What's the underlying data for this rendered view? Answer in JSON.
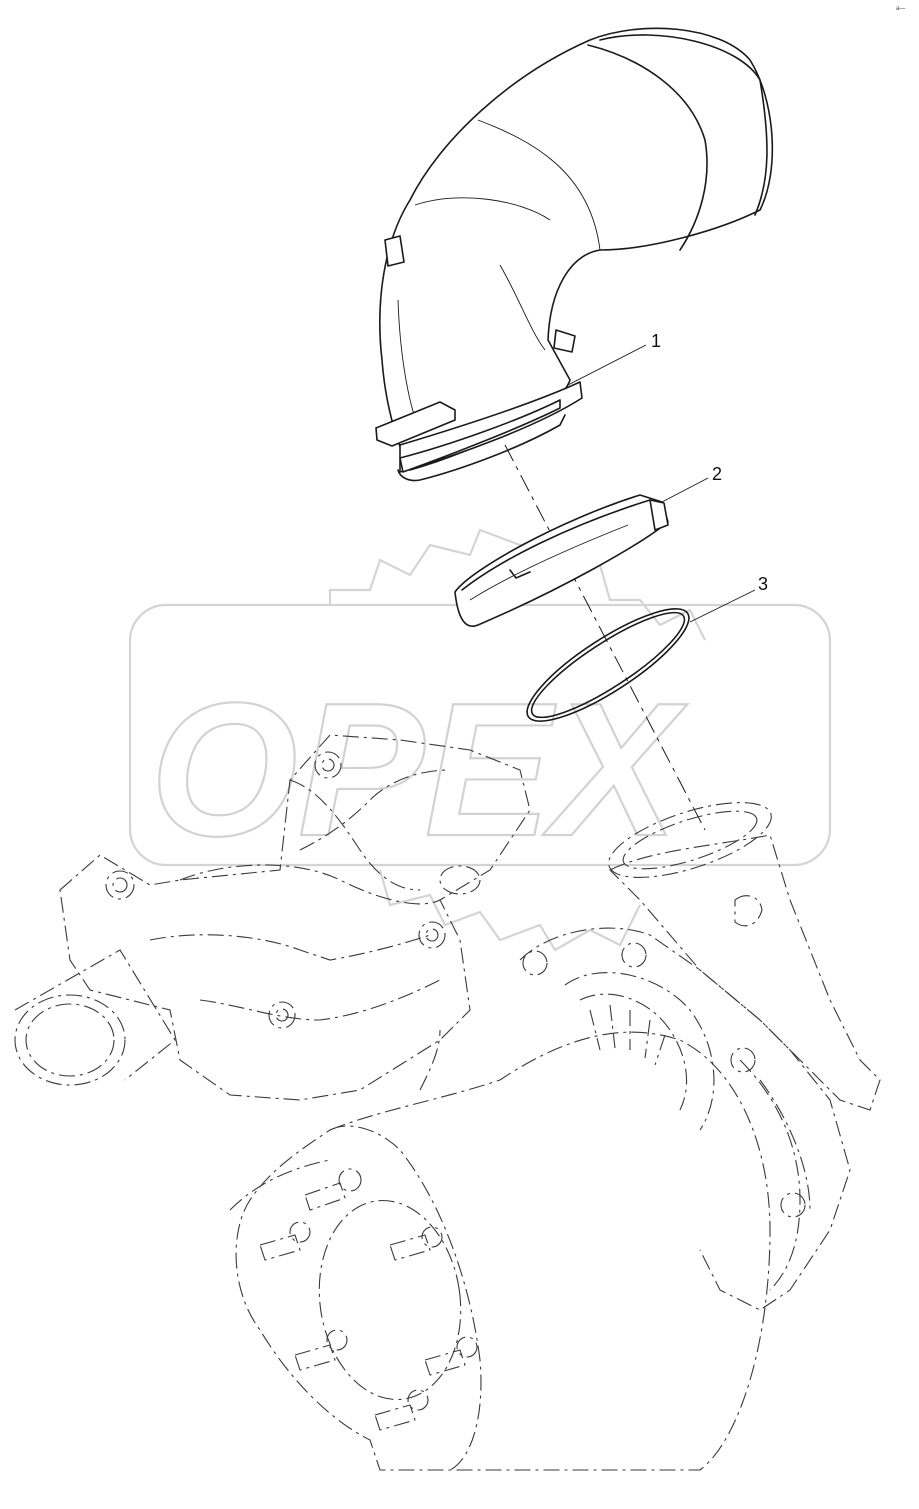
{
  "watermark": {
    "text": "OPEX"
  },
  "corner_mark": "a—",
  "callouts": [
    {
      "number": "1",
      "part": "pipe-elbow"
    },
    {
      "number": "2",
      "part": "clamp-band"
    },
    {
      "number": "3",
      "part": "seal-ring"
    }
  ]
}
